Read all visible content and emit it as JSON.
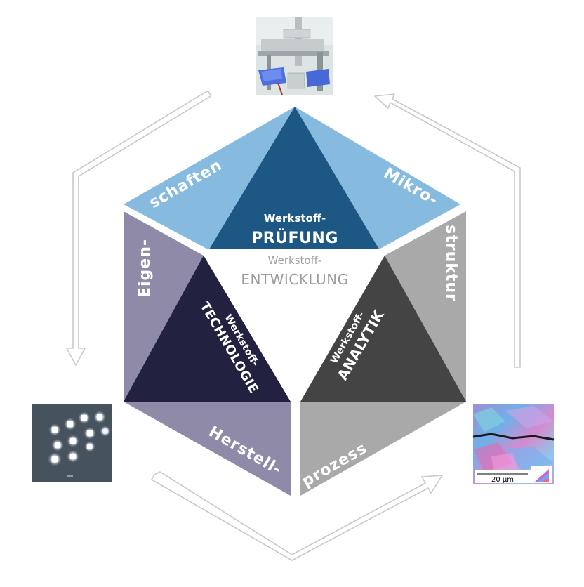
{
  "center": {
    "small": "Werkstoff-",
    "big": "ENTWICKLUNG"
  },
  "pruefung": {
    "small": "Werkstoff-",
    "big": "PRÜFUNG"
  },
  "technologie": {
    "small": "Werkstoff-",
    "big": "TECHNOLOGIE"
  },
  "analytik": {
    "small": "Werkstoff-",
    "big": "ANALYTIK"
  },
  "facets": {
    "schaften": "schaften",
    "mikro": "Mikro-",
    "eigen": "Eigen-",
    "struktur": "struktur",
    "herstell": "Herstell-",
    "prozess": "prozess"
  },
  "micrograph": {
    "scale_bar": "20 µm"
  },
  "colors": {
    "top_light": "#86bbdf",
    "top_dark": "#1d5784",
    "left_light": "#8e8aa8",
    "left_dark": "#22213f",
    "right_light": "#a9a9a9",
    "right_dark": "#444444",
    "center_text": "#9a9a9a",
    "arrow": "#c8c8c8"
  },
  "icons": [
    "testing-machine-photo",
    "led-array-photo",
    "ebsd-micrograph-photo",
    "cycle-arrow-icon"
  ]
}
